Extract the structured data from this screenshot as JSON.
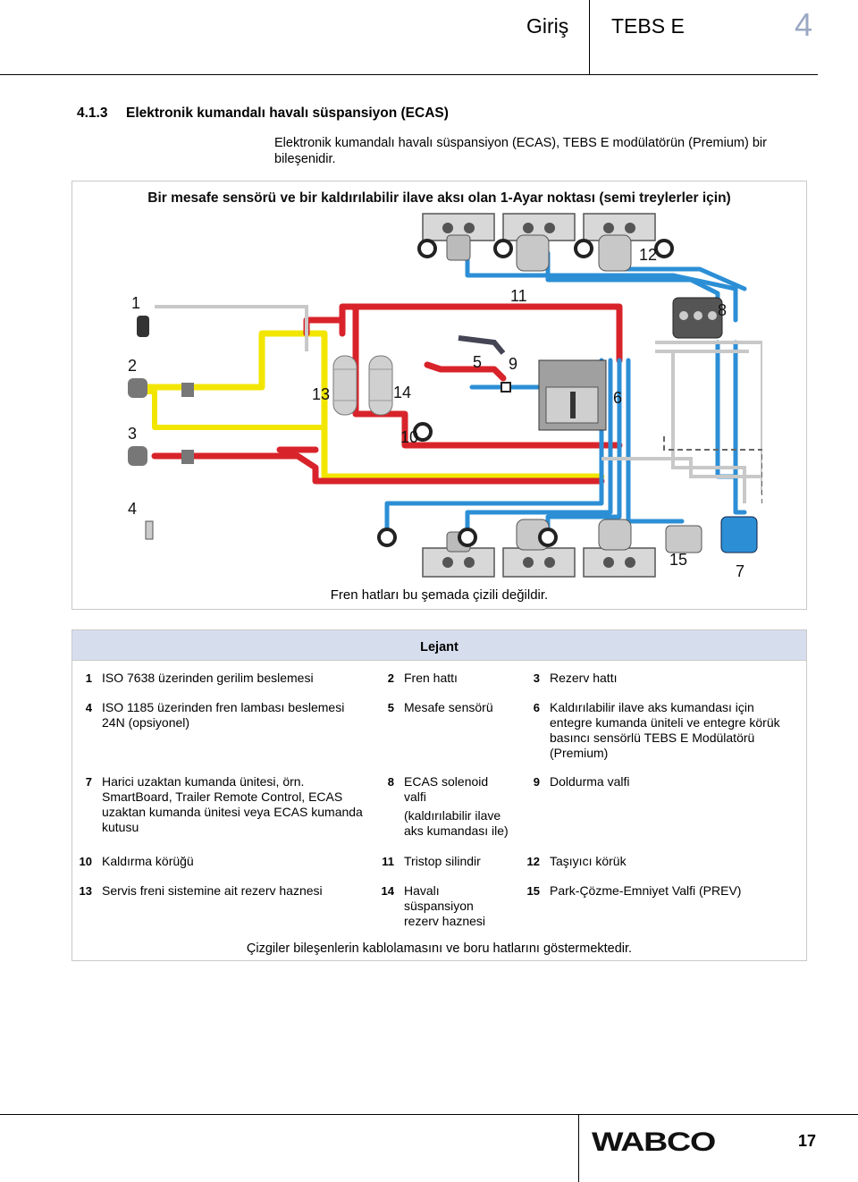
{
  "header": {
    "section": "Giriş",
    "product": "TEBS E",
    "chapter": "4"
  },
  "section": {
    "number": "4.1.3",
    "title": "Elektronik kumandalı havalı süspansiyon (ECAS)",
    "intro": "Elektronik kumandalı havalı süspansiyon (ECAS), TEBS E modülatörün (Premium) bir bileşenidir."
  },
  "figure": {
    "title": "Bir mesafe sensörü ve bir kaldırılabilir ilave aksı olan 1-Ayar noktası (semi treylerler için)",
    "note": "Fren hatları bu şemada çizili değildir.",
    "labels": {
      "l1": "1",
      "l2": "2",
      "l3": "3",
      "l4": "4",
      "l5": "5",
      "l6": "6",
      "l7": "7",
      "l8": "8",
      "l9": "9",
      "l10": "10",
      "l11": "11",
      "l12": "12",
      "l13": "13",
      "l14": "14",
      "l15": "15"
    },
    "colors": {
      "red": "#d8232a",
      "blue": "#2c8fd6",
      "yellow": "#f2e600",
      "gray": "#c8c8c8"
    }
  },
  "legend": {
    "title": "Lejant",
    "items": [
      {
        "num": "1",
        "text": "ISO 7638 üzerinden gerilim beslemesi"
      },
      {
        "num": "2",
        "text": "Fren hattı"
      },
      {
        "num": "3",
        "text": "Rezerv hattı"
      },
      {
        "num": "4",
        "text": "ISO 1185 üzerinden fren lambası beslemesi 24N (opsiyonel)"
      },
      {
        "num": "5",
        "text": "Mesafe sensörü"
      },
      {
        "num": "6",
        "text": "Kaldırılabilir ilave aks kumandası için entegre kumanda üniteli ve entegre körük basıncı sensörlü TEBS E Modülatörü (Premium)"
      },
      {
        "num": "7",
        "text": "Harici uzaktan kumanda ünitesi, örn. SmartBoard, Trailer Remote Control, ECAS uzaktan kumanda ünitesi veya ECAS kumanda kutusu"
      },
      {
        "num": "8",
        "text": "ECAS solenoid valfi",
        "text2": "(kaldırılabilir ilave aks kumandası ile)"
      },
      {
        "num": "9",
        "text": "Doldurma valfi"
      },
      {
        "num": "10",
        "text": "Kaldırma körüğü"
      },
      {
        "num": "11",
        "text": "Tristop silindir"
      },
      {
        "num": "12",
        "text": "Taşıyıcı körük"
      },
      {
        "num": "13",
        "text": "Servis freni sistemine ait rezerv haznesi"
      },
      {
        "num": "14",
        "text": "Havalı süspansiyon rezerv haznesi"
      },
      {
        "num": "15",
        "text": "Park-Çözme-Emniyet Valfi (PREV)"
      }
    ],
    "footer": "Çizgiler bileşenlerin kablolamasını ve boru hatlarını göstermektedir."
  },
  "footer": {
    "brand": "WABCO",
    "page": "17"
  }
}
